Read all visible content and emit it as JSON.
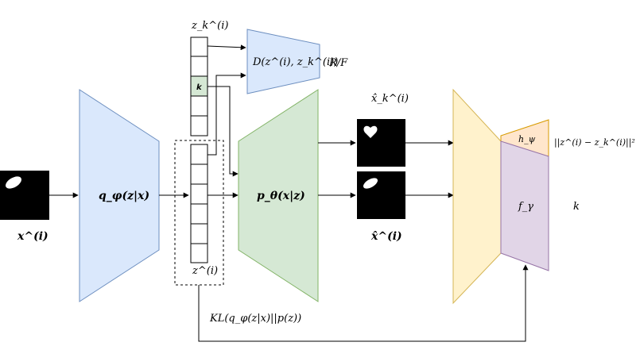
{
  "diagram": {
    "input_label": "x^(i)",
    "encoder_label": "q_φ(z|x)",
    "latent_z_label": "z^(i)",
    "latent_zk_label": "z_k^(i)",
    "k_cell_label": "k",
    "discriminator_label": "D(z^(i), z_k^(i))",
    "rf_label": "R/F",
    "decoder_label": "p_θ(x|z)",
    "recon_label": "x̂^(i)",
    "gen_k_label": "x̂_k^(i)",
    "h_psi_label": "h_ψ",
    "f_gamma_label": "f_γ",
    "distance_label": "||z^(i) − z_k^(i)||²",
    "k_output_label": "k",
    "kl_label": "KL(q_φ(z|x)||p(z))"
  },
  "colors": {
    "encoder_fill": "#dae8fc",
    "encoder_stroke": "#6c8ebf",
    "decoder_fill": "#d5e8d4",
    "decoder_stroke": "#82b366",
    "classifier_fill": "#fff2cc",
    "classifier_stroke": "#d6b656",
    "h_fill": "#ffe6cc",
    "h_stroke": "#d79b00",
    "f_fill": "#e1d5e7",
    "f_stroke": "#9673a6",
    "k_cell_fill": "#d5e8d4"
  },
  "icons": [
    "heart-shape-image",
    "ellipse-shape-image"
  ]
}
